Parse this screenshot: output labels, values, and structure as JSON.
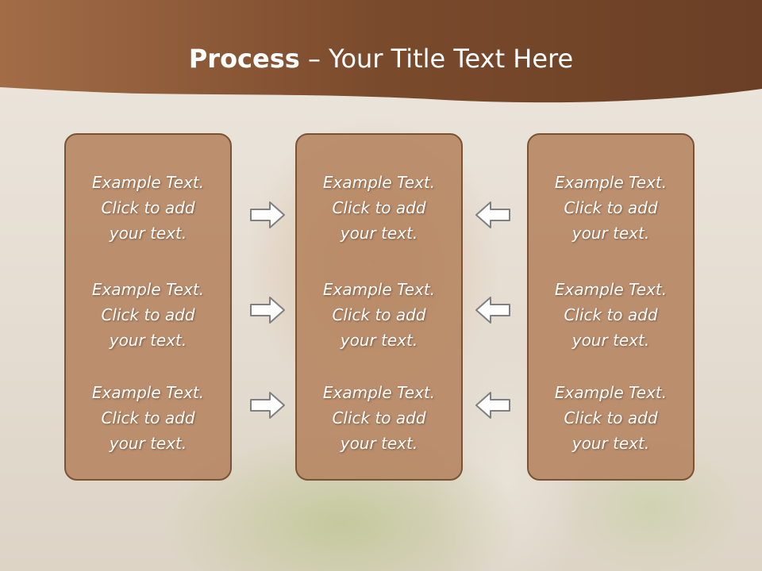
{
  "slide": {
    "title_bold": "Process",
    "title_rest": " – Your Title Text Here"
  },
  "colors": {
    "header_brown": "#7a4a2c",
    "panel_fill": "#b58460",
    "panel_border": "#7a5236",
    "arrow_fill": "#ffffff",
    "arrow_stroke": "#7f7f7f"
  },
  "panels": [
    {
      "blocks": [
        {
          "line1": "Example Text.",
          "line2": "Click  to add",
          "line3": "your text."
        },
        {
          "line1": "Example Text.",
          "line2": "Click  to add",
          "line3": "your text."
        },
        {
          "line1": "Example Text.",
          "line2": "Click  to add",
          "line3": "your text."
        }
      ]
    },
    {
      "blocks": [
        {
          "line1": "Example Text.",
          "line2": "Click  to add",
          "line3": "your text."
        },
        {
          "line1": "Example Text.",
          "line2": "Click  to add",
          "line3": "your text."
        },
        {
          "line1": "Example Text.",
          "line2": "Click  to add",
          "line3": "your text."
        }
      ]
    },
    {
      "blocks": [
        {
          "line1": "Example Text.",
          "line2": "Click  to add",
          "line3": "your text."
        },
        {
          "line1": "Example Text.",
          "line2": "Click  to add",
          "line3": "your text."
        },
        {
          "line1": "Example Text.",
          "line2": "Click  to add",
          "line3": "your text."
        }
      ]
    }
  ],
  "arrows": {
    "left_group": [
      "arrow-right-icon",
      "arrow-right-icon",
      "arrow-right-icon"
    ],
    "right_group": [
      "arrow-left-icon",
      "arrow-left-icon",
      "arrow-left-icon"
    ]
  }
}
